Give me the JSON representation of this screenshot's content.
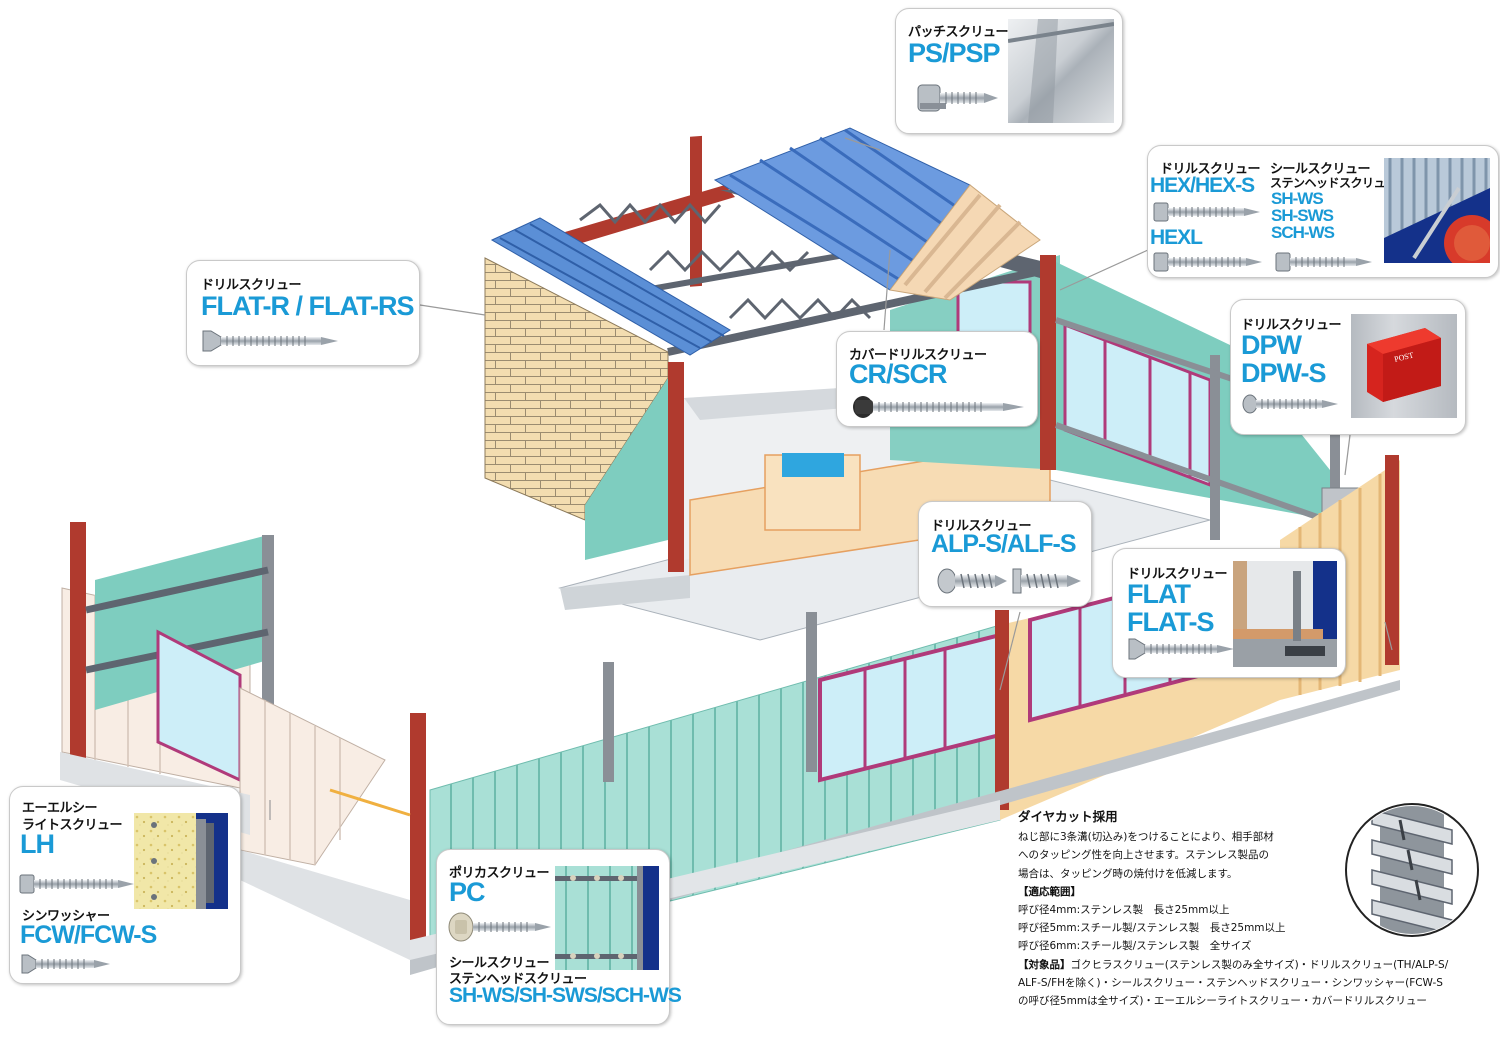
{
  "callouts": {
    "patch": {
      "category": "パッチスクリュー",
      "product": "PS/PSP"
    },
    "flat_r": {
      "category": "ドリルスクリュー",
      "product": "FLAT-R / FLAT-RS"
    },
    "hex": {
      "category": "ドリルスクリュー",
      "product": "HEX/HEX-S",
      "product2": "HEXL"
    },
    "seal_top": {
      "category": "シールスクリュー",
      "category2": "ステンヘッドスクリュー",
      "products": [
        "SH-WS",
        "SH-SWS",
        "SCH-WS"
      ]
    },
    "cover": {
      "category": "カバードリルスクリュー",
      "product": "CR/SCR"
    },
    "dpw": {
      "category": "ドリルスクリュー",
      "product": "DPW",
      "product2": "DPW-S",
      "post_label": "POST"
    },
    "alp": {
      "category": "ドリルスクリュー",
      "product": "ALP-S/ALF-S"
    },
    "flat": {
      "category": "ドリルスクリュー",
      "product": "FLAT",
      "product2": "FLAT-S"
    },
    "lh": {
      "category": "エーエルシー",
      "category2": "ライトスクリュー",
      "product": "LH",
      "category3": "シンワッシャー",
      "product2": "FCW/FCW-S"
    },
    "pc": {
      "category": "ポリカスクリュー",
      "product": "PC",
      "category2": "シールスクリュー",
      "category3": "ステンヘッドスクリュー",
      "product2": "SH-WS/SH-SWS/SCH-WS"
    }
  },
  "notes": {
    "title": "ダイヤカット採用",
    "desc": [
      "ねじ部に3条溝(切込み)をつけることにより、相手部材",
      "へのタッピング性を向上させます。ステンレス製品の",
      "場合は、タッピング時の焼付けを低減します。"
    ],
    "range_title": "【適応範囲】",
    "ranges": [
      "呼び径4mm:ステンレス製　長さ25mm以上",
      "呼び径5mm:スチール製/ステンレス製　長さ25mm以上",
      "呼び径6mm:スチール製/ステンレス製　全サイズ"
    ],
    "target_title": "【対象品】",
    "target_lines": [
      "ゴクヒラスクリュー(ステンレス製のみ全サイズ)・ドリルスクリュー(TH/ALP-S/",
      "ALF-S/FHを除く)・シールスクリュー・ステンヘッドスクリュー・シンワッシャー(FCW-S",
      "の呼び径5mmは全サイズ)・エーエルシーライトスクリュー・カバードリルスクリュー"
    ]
  },
  "colors": {
    "accent": "#1a9ad6",
    "steel": "#b03a2e",
    "glass": "#cdeef8",
    "wall_green": "#7ecdbf",
    "roof_blue": "#5b8fd6",
    "brick": "#f3ddb0",
    "gray_frame": "#8a8f96"
  }
}
